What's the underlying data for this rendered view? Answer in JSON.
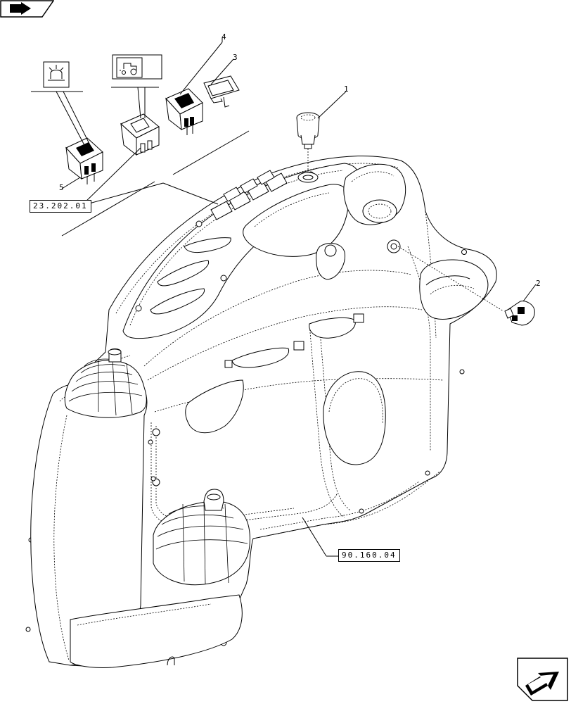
{
  "diagram": {
    "callouts": [
      {
        "id": "1",
        "label": "1"
      },
      {
        "id": "2",
        "label": "2"
      },
      {
        "id": "3",
        "label": "3"
      },
      {
        "id": "4",
        "label": "4"
      },
      {
        "id": "5",
        "label": "5"
      }
    ],
    "references": [
      {
        "id": "ref-23",
        "label": "23.202.01"
      },
      {
        "id": "ref-90",
        "label": "90.160.04"
      }
    ],
    "nav": {
      "prev_icon": "back-arrow-icon",
      "next_icon": "forward-arrow-icon"
    },
    "colors": {
      "line": "#000000",
      "background": "#ffffff"
    }
  }
}
